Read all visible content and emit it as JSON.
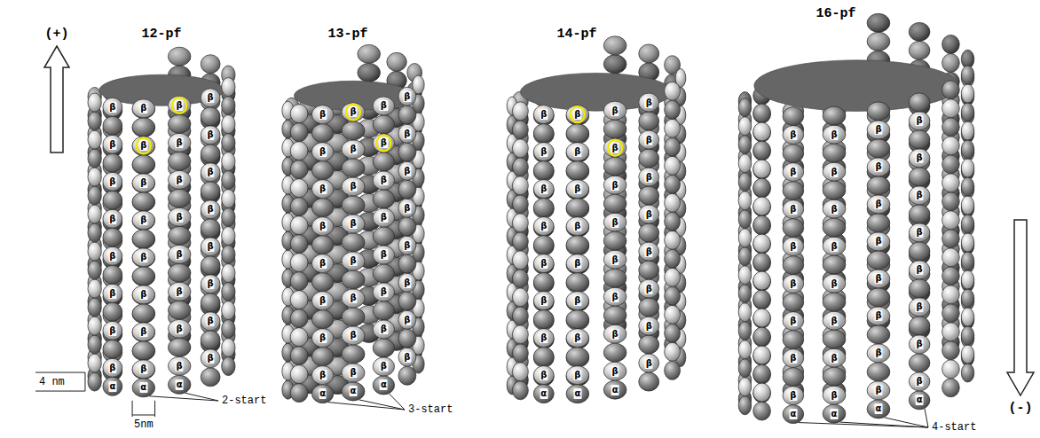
{
  "diagram": {
    "labels": [
      "(+)",
      "12-pf",
      "13-pf",
      "14-pf",
      "16-pf",
      "(-)",
      "4 nm",
      "5nm",
      "2-start",
      "3-start",
      "4-start",
      "β",
      "β",
      "β",
      "β",
      "β",
      "β",
      "β",
      "β",
      "β",
      "β",
      "β",
      "β",
      "β",
      "β",
      "β",
      "β",
      "β",
      "β",
      "β",
      "β",
      "β",
      "β",
      "β",
      "β",
      "β",
      "β",
      "β",
      "β",
      "β",
      "β",
      "β",
      "β",
      "α",
      "α",
      "α",
      "β",
      "β",
      "β",
      "β",
      "β",
      "β",
      "β",
      "β",
      "β",
      "β",
      "β",
      "β",
      "β",
      "β",
      "β",
      "β",
      "β",
      "β",
      "β",
      "β",
      "β",
      "β",
      "β",
      "β",
      "β",
      "β",
      "β",
      "β",
      "β",
      "β",
      "β",
      "β",
      "α",
      "α",
      "α",
      "β",
      "β",
      "β",
      "β",
      "β",
      "β",
      "β",
      "β",
      "β",
      "β",
      "β",
      "β",
      "β",
      "β",
      "β",
      "β",
      "β",
      "β",
      "β",
      "β",
      "β",
      "β",
      "β",
      "β",
      "β",
      "β",
      "β",
      "β",
      "β",
      "β",
      "β",
      "β",
      "α",
      "α",
      "α",
      "β",
      "β",
      "β",
      "β",
      "β",
      "β",
      "β",
      "β",
      "β",
      "β",
      "β",
      "β",
      "β",
      "β",
      "β",
      "β",
      "β",
      "β",
      "β",
      "β",
      "β",
      "β",
      "β",
      "β",
      "β",
      "β",
      "β",
      "β",
      "β",
      "β",
      "β",
      "β",
      "α",
      "α",
      "α",
      "α"
    ]
  }
}
